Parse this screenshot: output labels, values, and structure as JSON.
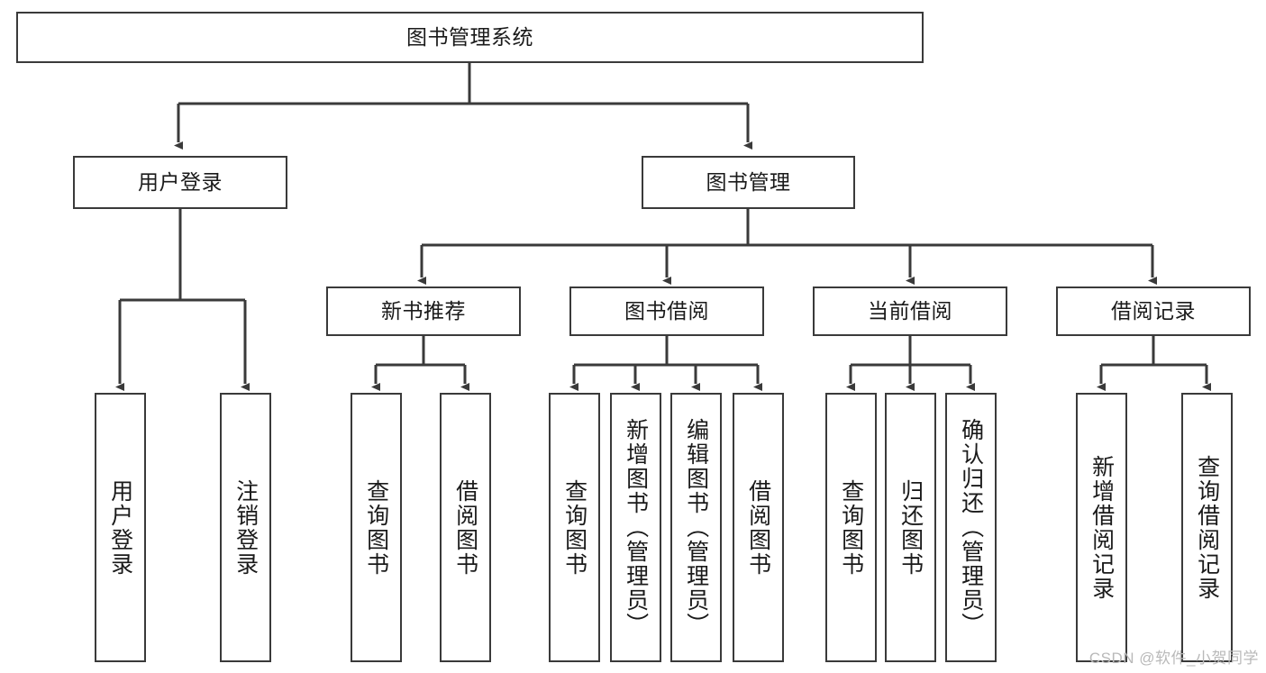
{
  "diagram": {
    "title": "图书管理系统",
    "watermark": "CSDN @软件_小贺同学",
    "colors": {
      "border": "#3a3a3a",
      "background": "#ffffff",
      "text": "#1a1a1a",
      "watermark": "#b9b9b9"
    },
    "nodes": {
      "root": {
        "label": "图书管理系统",
        "level": 0
      },
      "user_login": {
        "label": "用户登录",
        "level": 1
      },
      "book_manage": {
        "label": "图书管理",
        "level": 1
      },
      "new_book_rec": {
        "label": "新书推荐",
        "level": 2
      },
      "book_borrow": {
        "label": "图书借阅",
        "level": 2
      },
      "current_borrow": {
        "label": "当前借阅",
        "level": 2
      },
      "borrow_record": {
        "label": "借阅记录",
        "level": 2
      },
      "leaf_user_login": {
        "label": "用户登录",
        "level": 3
      },
      "leaf_logout": {
        "label": "注销登录",
        "level": 3
      },
      "leaf_query_book_1": {
        "label": "查询图书",
        "level": 3
      },
      "leaf_borrow_book_1": {
        "label": "借阅图书",
        "level": 3
      },
      "leaf_query_book_2": {
        "label": "查询图书",
        "level": 3
      },
      "leaf_add_book_admin": {
        "label": "新增图书（管理员）",
        "level": 3
      },
      "leaf_edit_book_admin": {
        "label": "编辑图书（管理员）",
        "level": 3
      },
      "leaf_borrow_book_2": {
        "label": "借阅图书",
        "level": 3
      },
      "leaf_query_book_3": {
        "label": "查询图书",
        "level": 3
      },
      "leaf_return_book": {
        "label": "归还图书",
        "level": 3
      },
      "leaf_confirm_return_admin": {
        "label": "确认归还（管理员）",
        "level": 3
      },
      "leaf_add_borrow_record": {
        "label": "新增借阅记录",
        "level": 3
      },
      "leaf_query_borrow_record": {
        "label": "查询借阅记录",
        "level": 3
      }
    }
  }
}
